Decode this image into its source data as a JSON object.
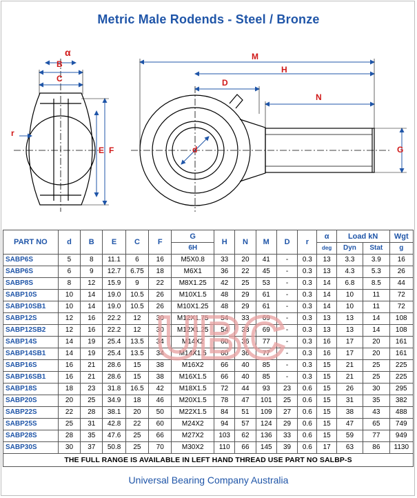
{
  "page": {
    "title": "Metric Male Rodends - Steel / Bronze",
    "footer": "Universal Bearing Company Australia",
    "watermark": "UBC"
  },
  "drawing_labels": {
    "alpha": "α",
    "B": "B",
    "C": "C",
    "r": "r",
    "E": "E",
    "F": "F",
    "d": "d",
    "M": "M",
    "H": "H",
    "D": "D",
    "N": "N",
    "G": "G"
  },
  "table": {
    "headers": {
      "part_no": "PART NO",
      "d": "d",
      "B": "B",
      "E": "E",
      "C": "C",
      "F": "F",
      "G": "G",
      "G_sub": "6H",
      "H": "H",
      "N": "N",
      "M": "M",
      "D": "D",
      "r": "r",
      "alpha": "α",
      "alpha_sub": "deg",
      "load": "Load kN",
      "dyn": "Dyn",
      "stat": "Stat",
      "wgt": "Wgt",
      "wgt_sub": "g"
    },
    "rows": [
      {
        "part": "SABP6S",
        "d": "5",
        "B": "8",
        "E": "11.1",
        "C": "6",
        "F": "16",
        "G": "M5X0.8",
        "H": "33",
        "N": "20",
        "M": "41",
        "D": "-",
        "r": "0.3",
        "alpha": "13",
        "dyn": "3.3",
        "stat": "3.9",
        "wgt": "16"
      },
      {
        "part": "SABP6S",
        "d": "6",
        "B": "9",
        "E": "12.7",
        "C": "6.75",
        "F": "18",
        "G": "M6X1",
        "H": "36",
        "N": "22",
        "M": "45",
        "D": "-",
        "r": "0.3",
        "alpha": "13",
        "dyn": "4.3",
        "stat": "5.3",
        "wgt": "26"
      },
      {
        "part": "SABP8S",
        "d": "8",
        "B": "12",
        "E": "15.9",
        "C": "9",
        "F": "22",
        "G": "M8X1.25",
        "H": "42",
        "N": "25",
        "M": "53",
        "D": "-",
        "r": "0.3",
        "alpha": "14",
        "dyn": "6.8",
        "stat": "8.5",
        "wgt": "44"
      },
      {
        "part": "SABP10S",
        "d": "10",
        "B": "14",
        "E": "19.0",
        "C": "10.5",
        "F": "26",
        "G": "M10X1.5",
        "H": "48",
        "N": "29",
        "M": "61",
        "D": "-",
        "r": "0.3",
        "alpha": "14",
        "dyn": "10",
        "stat": "11",
        "wgt": "72"
      },
      {
        "part": "SABP10SB1",
        "d": "10",
        "B": "14",
        "E": "19.0",
        "C": "10.5",
        "F": "26",
        "G": "M10X1.25",
        "H": "48",
        "N": "29",
        "M": "61",
        "D": "-",
        "r": "0.3",
        "alpha": "14",
        "dyn": "10",
        "stat": "11",
        "wgt": "72"
      },
      {
        "part": "SABP12S",
        "d": "12",
        "B": "16",
        "E": "22.2",
        "C": "12",
        "F": "30",
        "G": "M12X1.75",
        "H": "54",
        "N": "33",
        "M": "69",
        "D": "-",
        "r": "0.3",
        "alpha": "13",
        "dyn": "13",
        "stat": "14",
        "wgt": "108"
      },
      {
        "part": "SABP12SB2",
        "d": "12",
        "B": "16",
        "E": "22.2",
        "C": "12",
        "F": "30",
        "G": "M12X1.25",
        "H": "54",
        "N": "33",
        "M": "69",
        "D": "-",
        "r": "0.3",
        "alpha": "13",
        "dyn": "13",
        "stat": "14",
        "wgt": "108"
      },
      {
        "part": "SABP14S",
        "d": "14",
        "B": "19",
        "E": "25.4",
        "C": "13.5",
        "F": "34",
        "G": "M14X2",
        "H": "60",
        "N": "36",
        "M": "77",
        "D": "-",
        "r": "0.3",
        "alpha": "16",
        "dyn": "17",
        "stat": "20",
        "wgt": "161"
      },
      {
        "part": "SABP14SB1",
        "d": "14",
        "B": "19",
        "E": "25.4",
        "C": "13.5",
        "F": "34",
        "G": "M14X1.5",
        "H": "60",
        "N": "36",
        "M": "77",
        "D": "-",
        "r": "0.3",
        "alpha": "16",
        "dyn": "17",
        "stat": "20",
        "wgt": "161"
      },
      {
        "part": "SABP16S",
        "d": "16",
        "B": "21",
        "E": "28.6",
        "C": "15",
        "F": "38",
        "G": "M16X2",
        "H": "66",
        "N": "40",
        "M": "85",
        "D": "-",
        "r": "0.3",
        "alpha": "15",
        "dyn": "21",
        "stat": "25",
        "wgt": "225"
      },
      {
        "part": "SABP16SB1",
        "d": "16",
        "B": "21",
        "E": "28.6",
        "C": "15",
        "F": "38",
        "G": "M16X1.5",
        "H": "66",
        "N": "40",
        "M": "85",
        "D": "-",
        "r": "0.3",
        "alpha": "15",
        "dyn": "21",
        "stat": "25",
        "wgt": "225"
      },
      {
        "part": "SABP18S",
        "d": "18",
        "B": "23",
        "E": "31.8",
        "C": "16.5",
        "F": "42",
        "G": "M18X1.5",
        "H": "72",
        "N": "44",
        "M": "93",
        "D": "23",
        "r": "0.6",
        "alpha": "15",
        "dyn": "26",
        "stat": "30",
        "wgt": "295"
      },
      {
        "part": "SABP20S",
        "d": "20",
        "B": "25",
        "E": "34.9",
        "C": "18",
        "F": "46",
        "G": "M20X1.5",
        "H": "78",
        "N": "47",
        "M": "101",
        "D": "25",
        "r": "0.6",
        "alpha": "15",
        "dyn": "31",
        "stat": "35",
        "wgt": "382"
      },
      {
        "part": "SABP22S",
        "d": "22",
        "B": "28",
        "E": "38.1",
        "C": "20",
        "F": "50",
        "G": "M22X1.5",
        "H": "84",
        "N": "51",
        "M": "109",
        "D": "27",
        "r": "0.6",
        "alpha": "15",
        "dyn": "38",
        "stat": "43",
        "wgt": "488"
      },
      {
        "part": "SABP25S",
        "d": "25",
        "B": "31",
        "E": "42.8",
        "C": "22",
        "F": "60",
        "G": "M24X2",
        "H": "94",
        "N": "57",
        "M": "124",
        "D": "29",
        "r": "0.6",
        "alpha": "15",
        "dyn": "47",
        "stat": "65",
        "wgt": "749"
      },
      {
        "part": "SABP28S",
        "d": "28",
        "B": "35",
        "E": "47.6",
        "C": "25",
        "F": "66",
        "G": "M27X2",
        "H": "103",
        "N": "62",
        "M": "136",
        "D": "33",
        "r": "0.6",
        "alpha": "15",
        "dyn": "59",
        "stat": "77",
        "wgt": "949"
      },
      {
        "part": "SABP30S",
        "d": "30",
        "B": "37",
        "E": "50.8",
        "C": "25",
        "F": "70",
        "G": "M30X2",
        "H": "110",
        "N": "66",
        "M": "145",
        "D": "39",
        "r": "0.6",
        "alpha": "17",
        "dyn": "63",
        "stat": "86",
        "wgt": "1130"
      }
    ],
    "note": "THE FULL RANGE IS AVAILABLE IN LEFT HAND THREAD  USE PART NO SALBP-S"
  },
  "colors": {
    "title_blue": "#1f55a8",
    "dimension_blue": "#1f55a8",
    "label_red": "#d01818",
    "watermark_red": "#e8a0a0"
  }
}
